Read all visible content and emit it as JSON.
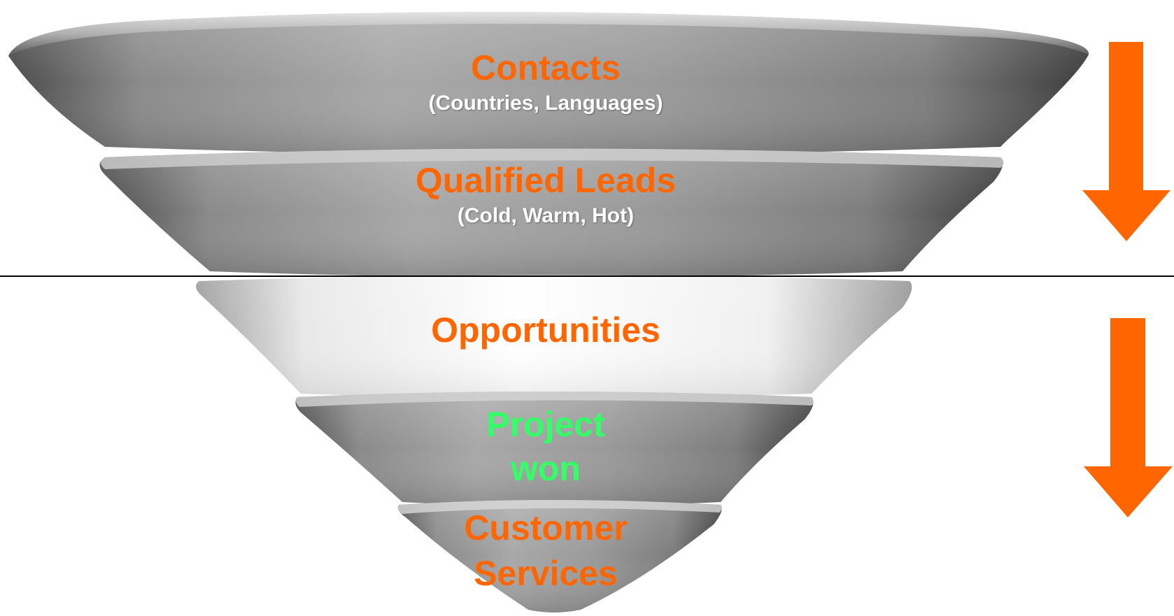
{
  "funnel": {
    "stages": [
      {
        "title": "Contacts",
        "subtitle": "(Countries, Languages)"
      },
      {
        "title": "Qualified Leads",
        "subtitle": "(Cold, Warm, Hot)"
      },
      {
        "title": "Opportunities"
      },
      {
        "title_line1": "Project",
        "title_line2": "won"
      },
      {
        "title_line1": "Customer",
        "title_line2": "Services"
      }
    ]
  },
  "colors": {
    "accent_orange": "#ff6600",
    "won_green": "#33ff66",
    "subtitle_white": "#ffffff",
    "divider": "#000000"
  }
}
